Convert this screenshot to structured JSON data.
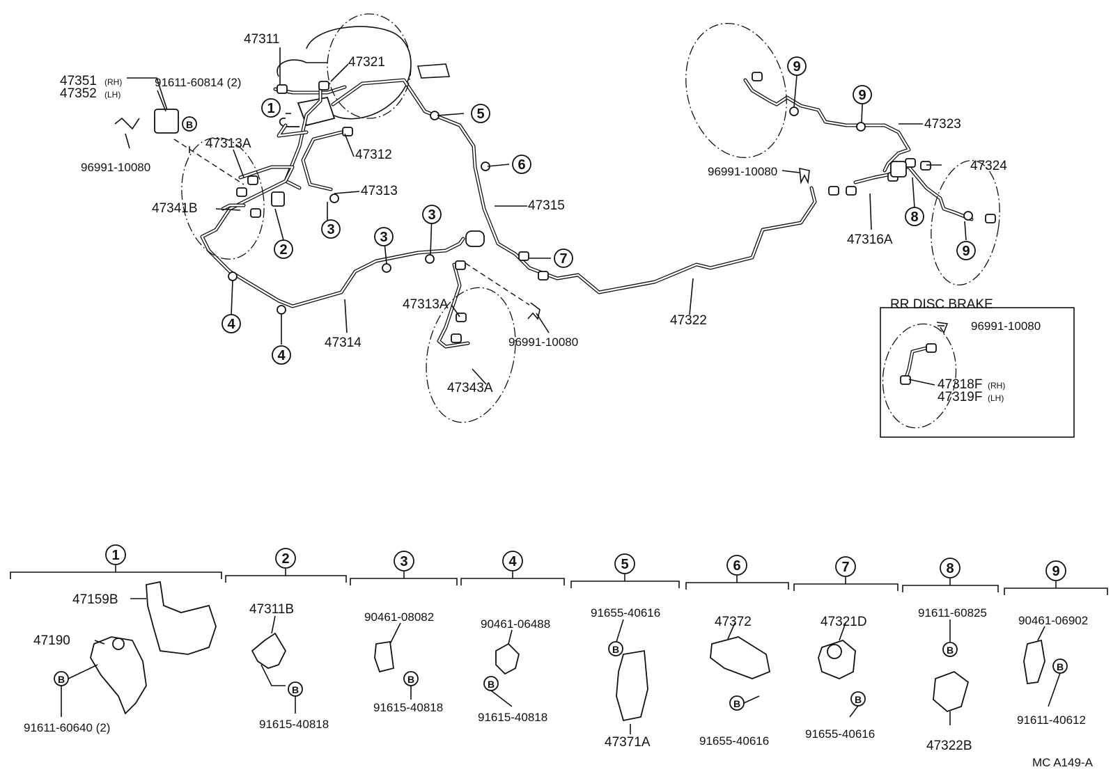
{
  "callouts": [
    {
      "id": "c1",
      "text": "47311"
    },
    {
      "id": "c2",
      "text": "47321"
    },
    {
      "id": "c3",
      "text": "47351"
    },
    {
      "id": "c3s",
      "text": "(RH)"
    },
    {
      "id": "c4",
      "text": "47352"
    },
    {
      "id": "c4s",
      "text": "(LH)"
    },
    {
      "id": "c5",
      "text": "91611-60814 (2)"
    },
    {
      "id": "c6",
      "text": "96991-10080"
    },
    {
      "id": "c7",
      "text": "47313A"
    },
    {
      "id": "c8",
      "text": "47312"
    },
    {
      "id": "c9",
      "text": "47313"
    },
    {
      "id": "c10",
      "text": "47341B"
    },
    {
      "id": "c11",
      "text": "47315"
    },
    {
      "id": "c12",
      "text": "47313A"
    },
    {
      "id": "c13",
      "text": "96991-10080"
    },
    {
      "id": "c14",
      "text": "47343A"
    },
    {
      "id": "c15",
      "text": "47314"
    },
    {
      "id": "c16",
      "text": "47322"
    },
    {
      "id": "c17",
      "text": "96991-10080"
    },
    {
      "id": "c18",
      "text": "47323"
    },
    {
      "id": "c19",
      "text": "47324"
    },
    {
      "id": "c20",
      "text": "47316A"
    },
    {
      "id": "c21",
      "text": "RR  DISC  BRAKE"
    },
    {
      "id": "c22",
      "text": "96991-10080"
    },
    {
      "id": "c23",
      "text": "47318F"
    },
    {
      "id": "c23s",
      "text": "(RH)"
    },
    {
      "id": "c24",
      "text": "47319F"
    },
    {
      "id": "c24s",
      "text": "(LH)"
    }
  ],
  "markers": [
    "1",
    "2",
    "3",
    "4",
    "5",
    "6",
    "7",
    "8",
    "9"
  ],
  "bolt_label": "B",
  "detail_groups": [
    {
      "num": "1",
      "parts": [
        "47159B",
        "47190",
        "91611-60640 (2)"
      ]
    },
    {
      "num": "2",
      "parts": [
        "47311B",
        "91615-40818"
      ]
    },
    {
      "num": "3",
      "parts": [
        "90461-08082",
        "91615-40818"
      ]
    },
    {
      "num": "4",
      "parts": [
        "90461-06488",
        "91615-40818"
      ]
    },
    {
      "num": "5",
      "parts": [
        "91655-40616",
        "47371A"
      ]
    },
    {
      "num": "6",
      "parts": [
        "47372",
        "91655-40616"
      ]
    },
    {
      "num": "7",
      "parts": [
        "47321D",
        "91655-40616"
      ]
    },
    {
      "num": "8",
      "parts": [
        "91611-60825",
        "47322B"
      ]
    },
    {
      "num": "9",
      "parts": [
        "90461-06902",
        "91611-40612"
      ]
    }
  ],
  "figure_code": "MC  A149-A"
}
